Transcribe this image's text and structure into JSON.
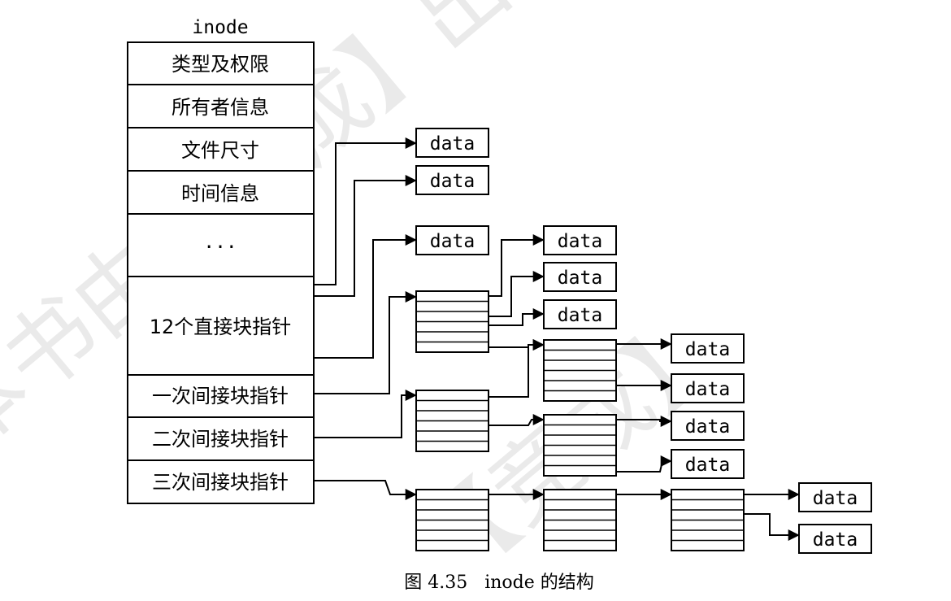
{
  "inode_title": "inode",
  "fields": [
    "类型及权限",
    "所有者信息",
    "文件尺寸",
    "时间信息",
    "...",
    "12个直接块指针",
    "一次间接块指针",
    "二次间接块指针",
    "三次间接块指针"
  ],
  "data_label": "data",
  "caption": "图 4.35   inode 的结构",
  "watermark": [
    "本书由【竞成】出版。版权",
    "【竞成】"
  ]
}
